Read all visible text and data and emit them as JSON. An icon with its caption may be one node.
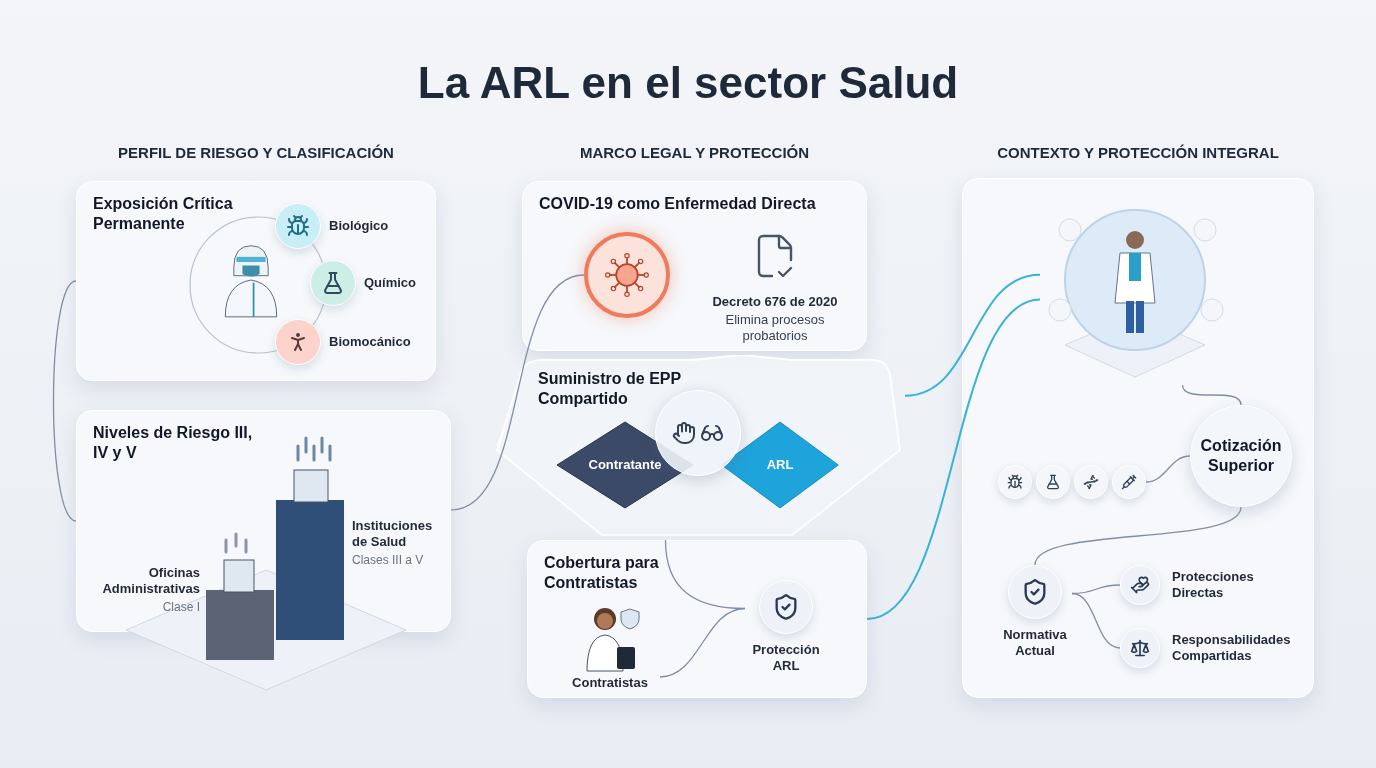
{
  "diagram": {
    "title": "La ARL en el sector Salud",
    "nodes": [
      {
        "text": [
          "Exposición Crítica Permanente"
        ]
      },
      {
        "text": [
          "Biológico"
        ],
        "in": 0
      },
      {
        "text": [
          "Químico"
        ],
        "in": 0
      },
      {
        "text": [
          "Biomocánico"
        ],
        "in": 0
      },
      {
        "text": [
          "Niveles de Riesgo III, IV y V"
        ]
      },
      {
        "text": [
          "Oficinas Administrativas",
          "Clase I"
        ],
        "in": 4
      },
      {
        "text": [
          "Instituciones de Salud",
          "Clases III a V"
        ],
        "in": 4
      },
      {
        "text": [
          "COVID-19 como Enfermedad Directa"
        ]
      },
      {
        "text": [],
        "shape": "circle",
        "in": 7
      },
      {
        "text": [
          "Decreto 676 de 2020",
          "Elimina procesos probatorios"
        ],
        "in": 7
      },
      {
        "text": [
          "Suministro de EPP Compartido"
        ]
      },
      {
        "text": [
          "Contratante"
        ],
        "in": 10
      },
      {
        "text": [
          "ARL"
        ],
        "in": 10
      },
      {
        "text": [
          "Cobertura para Contratistas"
        ]
      },
      {
        "text": [
          "Contratistas"
        ],
        "in": 13
      },
      {
        "text": [
          "Protección ARL"
        ],
        "in": 13
      },
      {
        "text": [],
        "shape": "box"
      },
      {
        "text": [],
        "shape": "picture",
        "in": 16
      },
      {
        "text": [
          "Cotización Superior"
        ],
        "in": 16
      },
      {
        "text": [],
        "shape": "circle",
        "in": 16
      },
      {
        "text": [],
        "shape": "circle",
        "in": 16
      },
      {
        "text": [],
        "shape": "circle",
        "in": 16
      },
      {
        "text": [],
        "shape": "circle",
        "in": 16
      },
      {
        "text": [
          "Normativa Actual"
        ],
        "in": 16
      },
      {
        "text": [
          "Protecciones Directas"
        ],
        "in": 16
      },
      {
        "text": [
          "Responsabilidades Compartidas"
        ],
        "in": 16
      }
    ],
    "edges": [
      {
        "from": 0,
        "to": 4,
        "arrow": "none"
      },
      {
        "from": 4,
        "to": 8,
        "arrow": "none"
      },
      {
        "from": 10,
        "to": 17,
        "arrow": "none",
        "color": "#38b2d8"
      },
      {
        "from": 13,
        "to": 17,
        "arrow": "none",
        "color": "#38b2d8"
      },
      {
        "from": 10,
        "to": 15,
        "arrow": "none"
      },
      {
        "from": 14,
        "to": 15,
        "arrow": "none"
      },
      {
        "from": 17,
        "to": 18,
        "arrow": "none"
      },
      {
        "from": 22,
        "to": 18,
        "arrow": "none"
      },
      {
        "from": 18,
        "to": 23,
        "arrow": "none"
      },
      {
        "from": 23,
        "to": 24,
        "arrow": "none"
      },
      {
        "from": 23,
        "to": 25,
        "arrow": "none"
      }
    ],
    "labels": [
      "PERFIL DE RIESGO Y CLASIFICACIÓN",
      "MARCO LEGAL Y PROTECCIÓN",
      "CONTEXTO Y PROTECCIÓN INTEGRAL"
    ]
  }
}
